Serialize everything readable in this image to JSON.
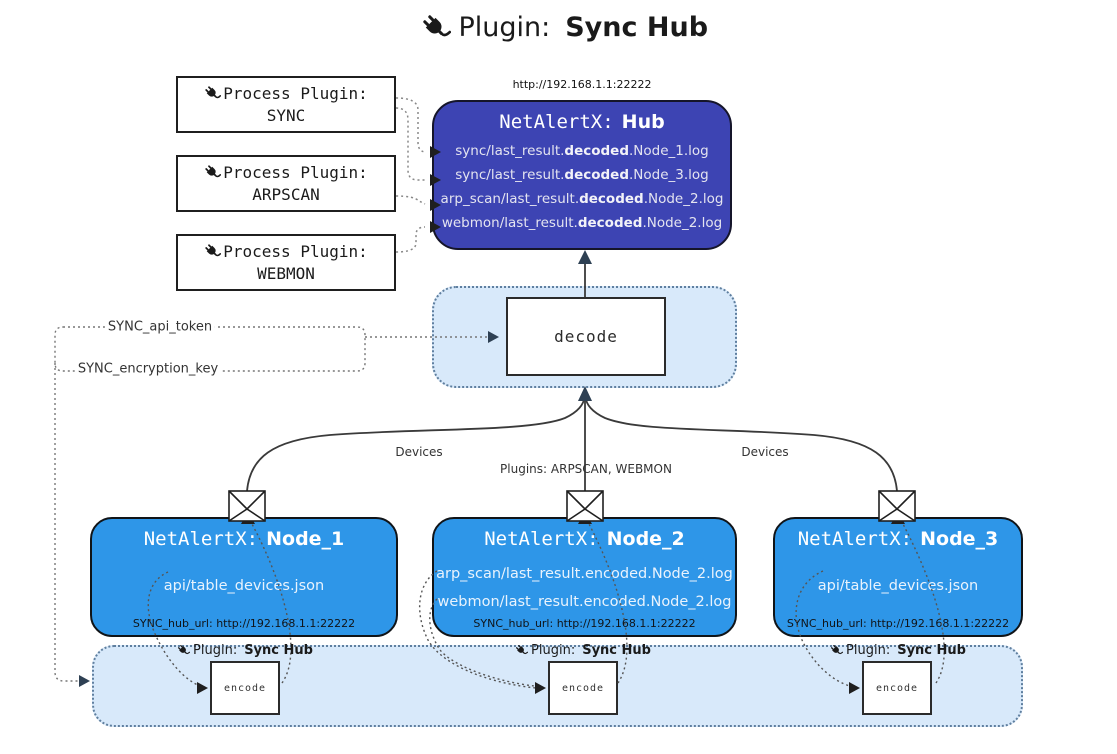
{
  "title": {
    "label": "Plugin:",
    "name": "Sync Hub"
  },
  "hub": {
    "url": "http://192.168.1.1:22222",
    "name_prefix": "NetAlertX:",
    "name": "Hub",
    "logs": [
      {
        "pre": "sync/last_result.",
        "mid": "decoded",
        "post": ".Node_1.log"
      },
      {
        "pre": "sync/last_result.",
        "mid": "decoded",
        "post": ".Node_3.log"
      },
      {
        "pre": "arp_scan/last_result.",
        "mid": "decoded",
        "post": ".Node_2.log"
      },
      {
        "pre": "webmon/last_result.",
        "mid": "decoded",
        "post": ".Node_2.log"
      }
    ]
  },
  "process_plugins": [
    {
      "label": "Process Plugin:",
      "name": "SYNC"
    },
    {
      "label": "Process Plugin:",
      "name": "ARPSCAN"
    },
    {
      "label": "Process Plugin:",
      "name": "WEBMON"
    }
  ],
  "decode_box": {
    "label": "decode"
  },
  "settings": {
    "api_token": "SYNC_api_token",
    "encryption_key": "SYNC_encryption_key"
  },
  "edge_labels": {
    "devices_left": "Devices",
    "devices_right": "Devices",
    "plugins_middle": "Plugins: ARPSCAN, WEBMON"
  },
  "nodes": [
    {
      "name_prefix": "NetAlertX:",
      "name": "Node_1",
      "files": [
        "api/table_devices.json"
      ],
      "hub_url": "SYNC_hub_url: http://192.168.1.1:22222"
    },
    {
      "name_prefix": "NetAlertX:",
      "name": "Node_2",
      "files": [
        "arp_scan/last_result.encoded.Node_2.log",
        "webmon/last_result.encoded.Node_2.log"
      ],
      "hub_url": "SYNC_hub_url: http://192.168.1.1:22222"
    },
    {
      "name_prefix": "NetAlertX:",
      "name": "Node_3",
      "files": [
        "api/table_devices.json"
      ],
      "hub_url": "SYNC_hub_url: http://192.168.1.1:22222"
    }
  ],
  "encode_sections": {
    "plugin_label": "Plugin:",
    "plugin_name": "Sync Hub",
    "encode_label": "encode"
  },
  "colors": {
    "hub_fill": "#3d44b3",
    "node_fill": "#2e96e8",
    "band_fill": "#d8e9fa",
    "arrow_dark": "#2e4053"
  }
}
